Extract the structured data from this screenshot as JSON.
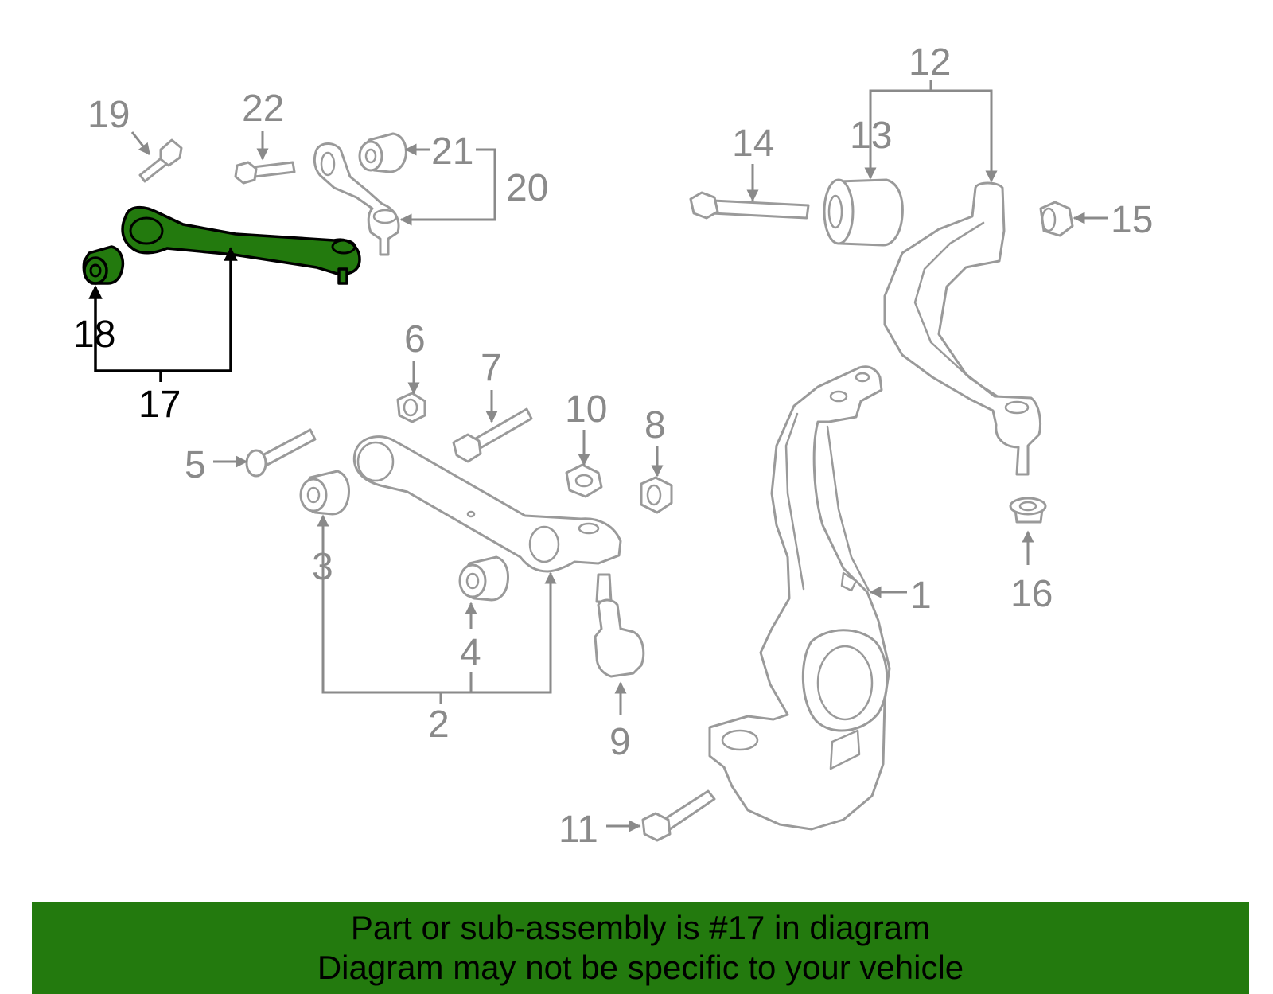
{
  "diagram": {
    "callouts": {
      "c1": "1",
      "c2": "2",
      "c3": "3",
      "c4": "4",
      "c5": "5",
      "c6": "6",
      "c7": "7",
      "c8": "8",
      "c9": "9",
      "c10": "10",
      "c11": "11",
      "c12": "12",
      "c13": "13",
      "c14": "14",
      "c15": "15",
      "c16": "16",
      "c17": "17",
      "c18": "18",
      "c19": "19",
      "c20": "20",
      "c21": "21",
      "c22": "22"
    },
    "highlighted_parts": [
      "17",
      "18"
    ],
    "colors": {
      "highlight": "#237a0e",
      "outline": "#9a9a9a",
      "banner": "#237a0e"
    }
  },
  "banner": {
    "line1": "Part or sub-assembly is #17 in diagram",
    "line2": "Diagram may not be specific to your vehicle"
  }
}
